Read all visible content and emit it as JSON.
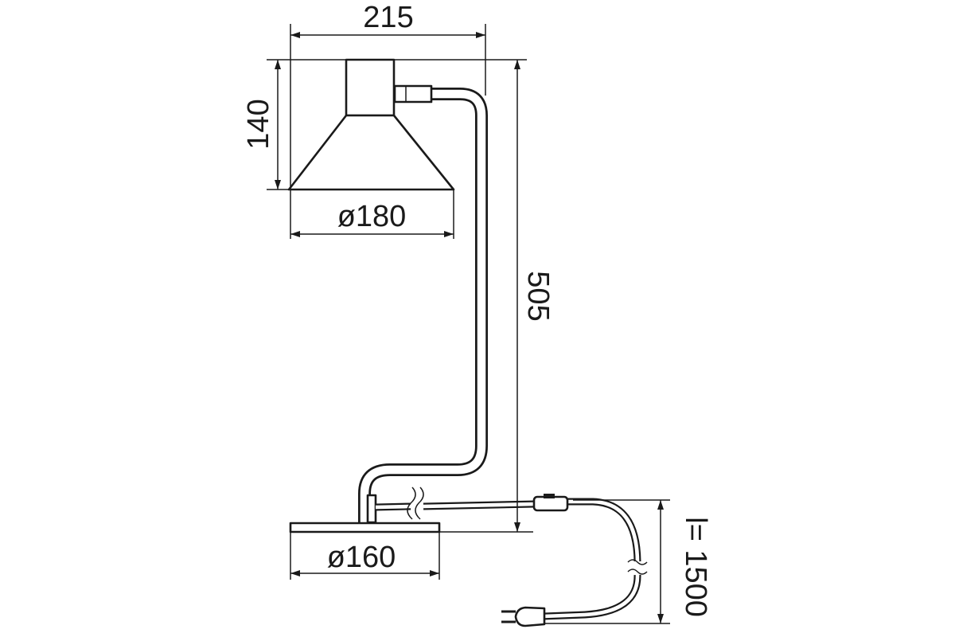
{
  "dimensions": {
    "overall_width": "215",
    "shade_height": "140",
    "shade_diameter": "ø180",
    "overall_height": "505",
    "base_diameter": "ø160",
    "cord_length": "l= 1500"
  },
  "colors": {
    "line": "#1a1a1a",
    "background": "#ffffff"
  }
}
